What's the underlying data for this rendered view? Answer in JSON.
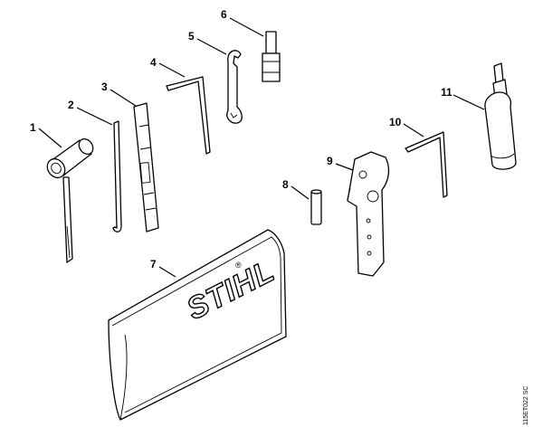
{
  "callouts": {
    "c1": "1",
    "c2": "2",
    "c3": "3",
    "c4": "4",
    "c5": "5",
    "c6": "6",
    "c7": "7",
    "c8": "8",
    "c9": "9",
    "c10": "10",
    "c11": "11"
  },
  "brand_logo": "STIHL",
  "registered_mark": "®",
  "reference_code": "115ET022 SC"
}
